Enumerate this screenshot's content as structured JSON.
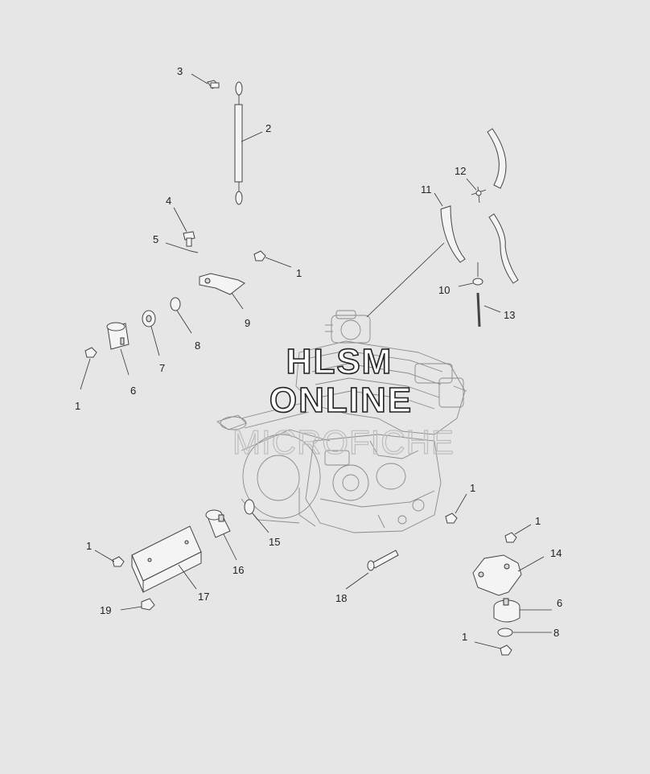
{
  "watermark": {
    "line1": "HLSM",
    "line2": "ONLINE",
    "line3": "MICROFICHE"
  },
  "callouts": [
    {
      "id": "c3",
      "label": "3"
    },
    {
      "id": "c2",
      "label": "2"
    },
    {
      "id": "c4",
      "label": "4"
    },
    {
      "id": "c5",
      "label": "5"
    },
    {
      "id": "c1a",
      "label": "1"
    },
    {
      "id": "c9",
      "label": "9"
    },
    {
      "id": "c8a",
      "label": "8"
    },
    {
      "id": "c7",
      "label": "7"
    },
    {
      "id": "c6a",
      "label": "6"
    },
    {
      "id": "c1b",
      "label": "1"
    },
    {
      "id": "c11",
      "label": "11"
    },
    {
      "id": "c12",
      "label": "12"
    },
    {
      "id": "c10",
      "label": "10"
    },
    {
      "id": "c13",
      "label": "13"
    },
    {
      "id": "c1c",
      "label": "1"
    },
    {
      "id": "c1d",
      "label": "1"
    },
    {
      "id": "c14",
      "label": "14"
    },
    {
      "id": "c6b",
      "label": "6"
    },
    {
      "id": "c8b",
      "label": "8"
    },
    {
      "id": "c1e",
      "label": "1"
    },
    {
      "id": "c15",
      "label": "15"
    },
    {
      "id": "c16",
      "label": "16"
    },
    {
      "id": "c17",
      "label": "17"
    },
    {
      "id": "c1f",
      "label": "1"
    },
    {
      "id": "c19",
      "label": "19"
    },
    {
      "id": "c18",
      "label": "18"
    }
  ]
}
